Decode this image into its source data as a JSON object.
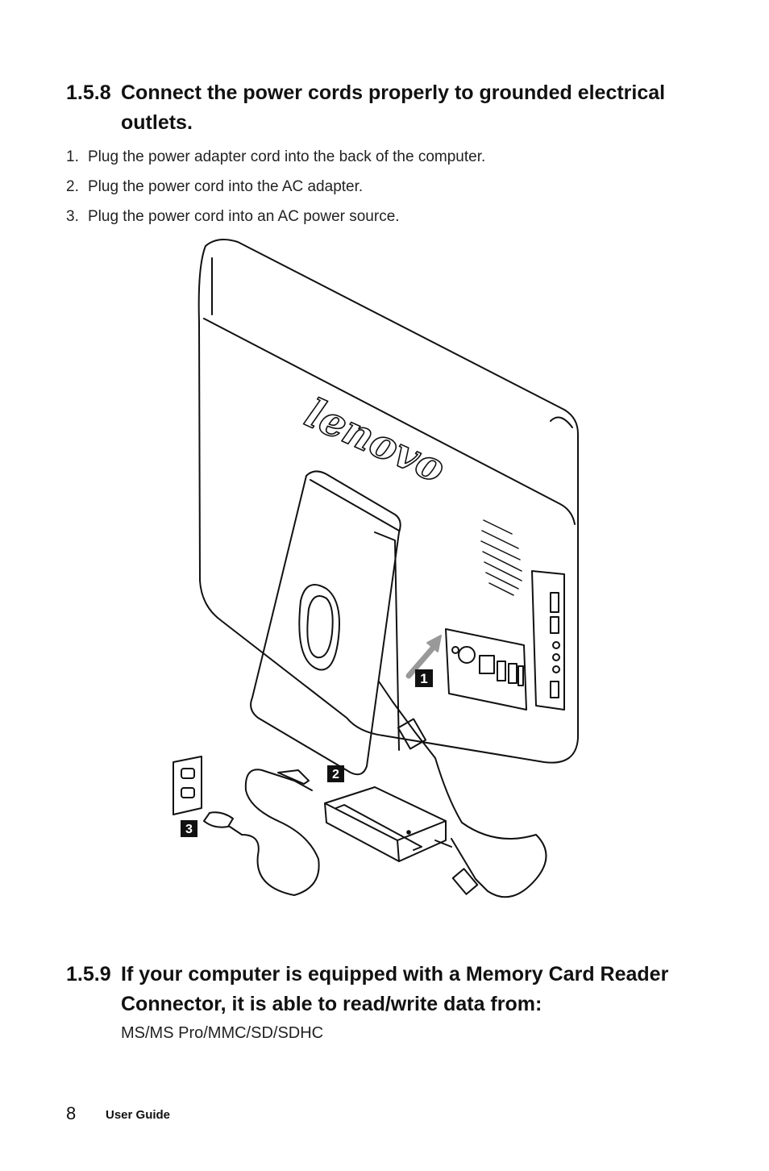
{
  "section_1": {
    "number": "1.5.8",
    "title": "Connect the power cords properly to grounded electrical outlets."
  },
  "steps": [
    {
      "number": "1.",
      "text": "Plug the power adapter cord into the back of the computer."
    },
    {
      "number": "2.",
      "text": "Plug the power cord into the AC adapter."
    },
    {
      "number": "3.",
      "text": "Plug the power cord into an AC power source."
    }
  ],
  "figure": {
    "brand": "lenovo",
    "callouts": [
      "1",
      "2",
      "3"
    ]
  },
  "section_2": {
    "number": "1.5.9",
    "title": "If your computer is equipped with a Memory Card Reader Connector, it is able to read/write data from:",
    "body": "MS/MS Pro/MMC/SD/SDHC"
  },
  "footer": {
    "page_number": "8",
    "label": "User Guide"
  }
}
